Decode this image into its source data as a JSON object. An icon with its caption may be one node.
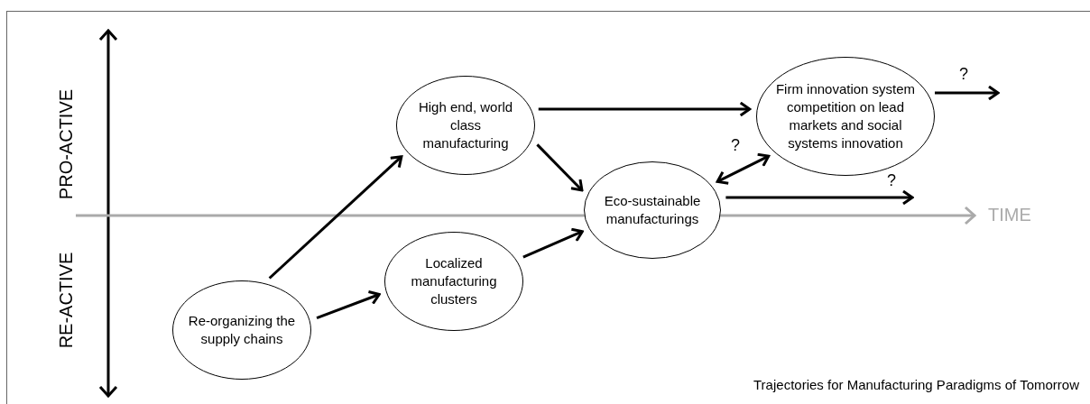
{
  "diagram": {
    "caption": "Trajectories for Manufacturing Paradigms of Tomorrow",
    "nodes": [
      {
        "text": [
          "Re-organizing the supply chains"
        ]
      },
      {
        "text": [
          "High end, world class manufacturing"
        ]
      },
      {
        "text": [
          "Localized manufacturing clusters"
        ]
      },
      {
        "text": [
          "Eco-sustainable manufacturings"
        ]
      },
      {
        "text": [
          "Firm innovation system competition on lead markets and social systems innovation"
        ]
      }
    ],
    "edges": [
      {
        "from": 0,
        "to": 1,
        "arrow": "to"
      },
      {
        "from": 0,
        "to": 2,
        "arrow": "to"
      },
      {
        "from": 1,
        "to": 4,
        "arrow": "to"
      },
      {
        "from": 1,
        "to": 3,
        "arrow": "to"
      },
      {
        "from": 2,
        "to": 3,
        "arrow": "to"
      },
      {
        "from": 3,
        "to": 4,
        "arrow": "both",
        "label": "?"
      },
      {
        "from": 4,
        "to": null,
        "arrow": "to",
        "label": "?"
      },
      {
        "from": 3,
        "to": null,
        "arrow": "to",
        "label": "?"
      }
    ],
    "labels": [
      "PRO-ACTIVE",
      "RE-ACTIVE",
      "TIME"
    ]
  }
}
